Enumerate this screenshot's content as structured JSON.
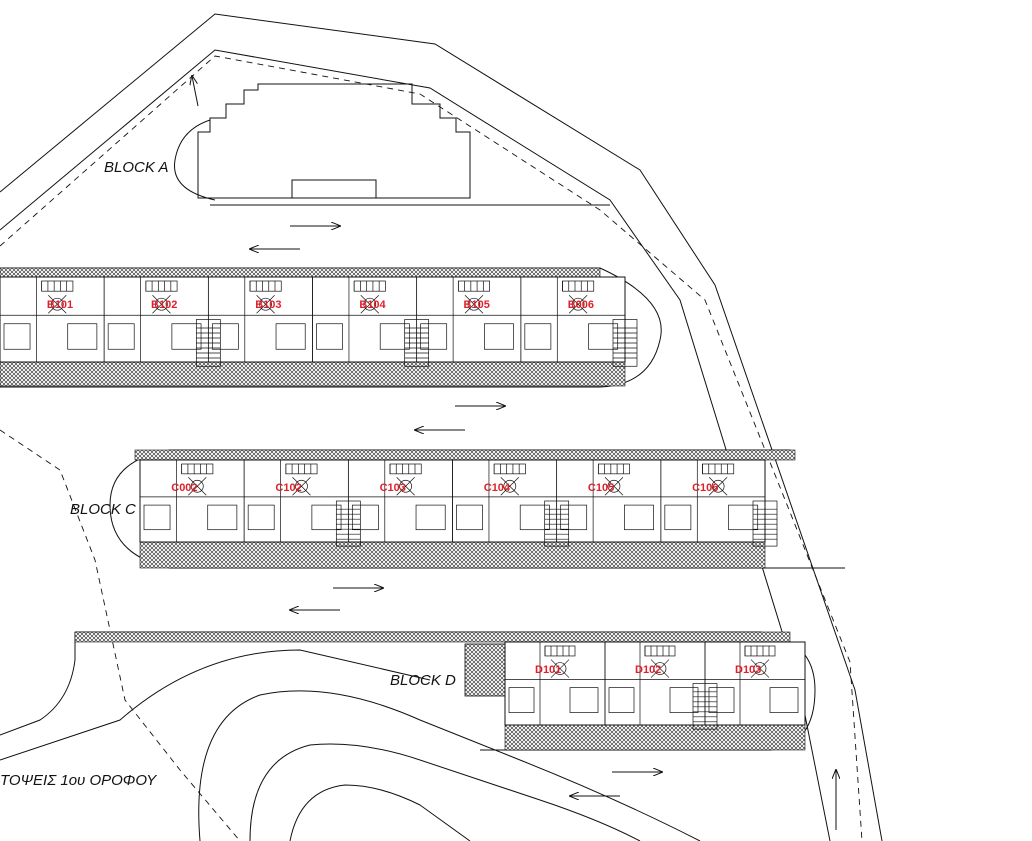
{
  "blocks": {
    "a": {
      "label": "BLOCK A"
    },
    "b": {
      "label": "",
      "units": [
        "B101",
        "B102",
        "B103",
        "B104",
        "B105",
        "B006"
      ]
    },
    "c": {
      "label": "BLOCK C",
      "units": [
        "C002",
        "C102",
        "C103",
        "C104",
        "C105",
        "C106"
      ]
    },
    "d": {
      "label": "BLOCK D",
      "units": [
        "D101",
        "D102",
        "D103"
      ]
    }
  },
  "caption": "ΤΟΨΕΙΣ 1ου ΟΡΟΦΟΥ",
  "colors": {
    "line": "#111111",
    "unit_label": "#e0202a",
    "background": "#ffffff"
  }
}
